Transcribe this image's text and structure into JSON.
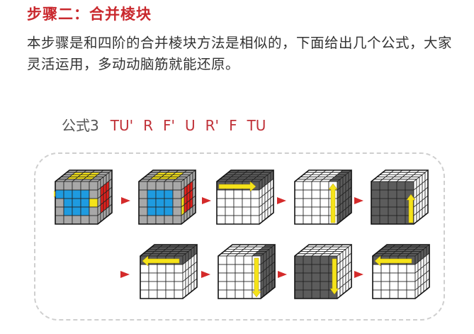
{
  "heading": {
    "title": "步骤二：合并棱块"
  },
  "description": "本步骤是和四阶的合并棱块方法是相似的，下面给出几个公式，大家灵活运用，多动动脑筋就能还原。",
  "formula": {
    "label": "公式3",
    "moves": [
      "TU'",
      "R",
      "F'",
      "U",
      "R'",
      "F",
      "TU"
    ]
  },
  "colors": {
    "title": "#c9282d",
    "move": "#c03138",
    "step_arrow": "#d42a2a",
    "cube_yellow": "#f5e31a",
    "cube_blue": "#1e9be0",
    "cube_red": "#e3211c",
    "cube_gray": "#a8a8a8",
    "cube_dark": "#5c5c5c",
    "cube_white": "#ffffff"
  },
  "diagram": {
    "steps": [
      {
        "index": 1,
        "state": "colored-start",
        "move_arrow": "none"
      },
      {
        "index": 2,
        "state": "colored-paired",
        "move_arrow": "none"
      },
      {
        "index": 3,
        "state": "layer-turn",
        "move_arrow": "right"
      },
      {
        "index": 4,
        "state": "R-turn",
        "move_arrow": "up"
      },
      {
        "index": 5,
        "state": "F-prime",
        "move_arrow": "up"
      },
      {
        "index": 6,
        "state": "U-turn",
        "move_arrow": "left"
      },
      {
        "index": 7,
        "state": "R-prime",
        "move_arrow": "down"
      },
      {
        "index": 8,
        "state": "F-turn",
        "move_arrow": "down"
      },
      {
        "index": 9,
        "state": "TU",
        "move_arrow": "left"
      }
    ]
  }
}
